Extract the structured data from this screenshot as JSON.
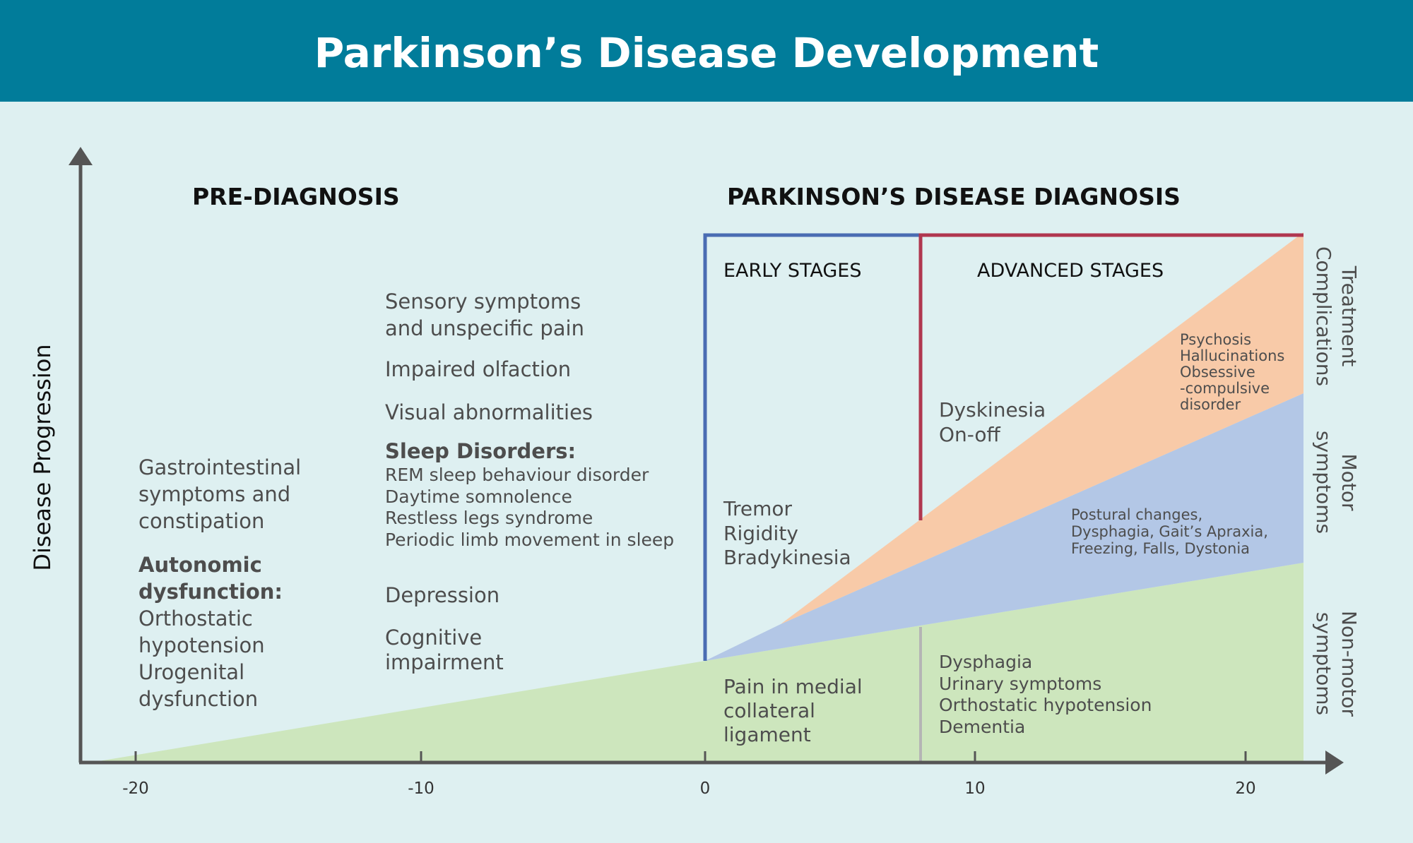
{
  "title": "Parkinson’s Disease Development",
  "colors": {
    "header_bg": "#017c9a",
    "background": "#def0f1",
    "axis": "#555555",
    "early_border": "#4a6cb3",
    "advanced_border": "#b0374f",
    "treatment_fill": "#f8caa8",
    "motor_fill": "#b3c7e6",
    "nonmotor_fill": "#cde6bd",
    "text": "#4d4d4d",
    "heading": "#111111"
  },
  "axis": {
    "y_label": "Disease Progression",
    "x_ticks": [
      "-20",
      "-10",
      "0",
      "10",
      "20"
    ]
  },
  "sections": {
    "pre_diagnosis": "PRE-DIAGNOSIS",
    "diagnosis": "PARKINSON’S DISEASE DIAGNOSIS",
    "early_stages": "EARLY STAGES",
    "advanced_stages": "ADVANCED STAGES"
  },
  "side_labels": {
    "treatment": [
      "Treatment",
      "Complications"
    ],
    "motor": [
      "Motor",
      "symptoms"
    ],
    "nonmotor": [
      "Non-motor",
      "symptoms"
    ]
  },
  "pre_col1": {
    "gi": [
      "Gastrointestinal",
      "symptoms and",
      "constipation"
    ],
    "autonomic_heading": [
      "Autonomic",
      "dysfunction:"
    ],
    "autonomic_items": [
      "Orthostatic",
      "hypotension",
      "Urogenital",
      "dysfunction"
    ]
  },
  "pre_col2": {
    "sensory": [
      "Sensory symptoms",
      "and unspecific pain"
    ],
    "olfaction": "Impaired olfaction",
    "visual": "Visual abnormalities",
    "sleep_heading": "Sleep Disorders:",
    "sleep_items": [
      "REM sleep behaviour disorder",
      "Daytime somnolence",
      "Restless legs syndrome",
      "Periodic limb movement in sleep"
    ],
    "depression": "Depression",
    "cognitive": [
      "Cognitive",
      "impairment"
    ]
  },
  "early": {
    "motor": [
      "Tremor",
      "Rigidity",
      "Bradykinesia"
    ],
    "pain": [
      "Pain in medial",
      "collateral",
      "ligament"
    ]
  },
  "advanced": {
    "dyskinesia": [
      "Dyskinesia",
      "On-off"
    ],
    "psychosis": [
      "Psychosis",
      "Hallucinations",
      "Obsessive",
      "-compulsive",
      "disorder"
    ],
    "postural": [
      "Postural changes,",
      "Dysphagia, Gait’s Apraxia,",
      "Freezing, Falls, Dystonia"
    ],
    "nonmotor": [
      "Dysphagia",
      "Urinary symptoms",
      "Orthostatic hypotension",
      "Dementia"
    ]
  }
}
